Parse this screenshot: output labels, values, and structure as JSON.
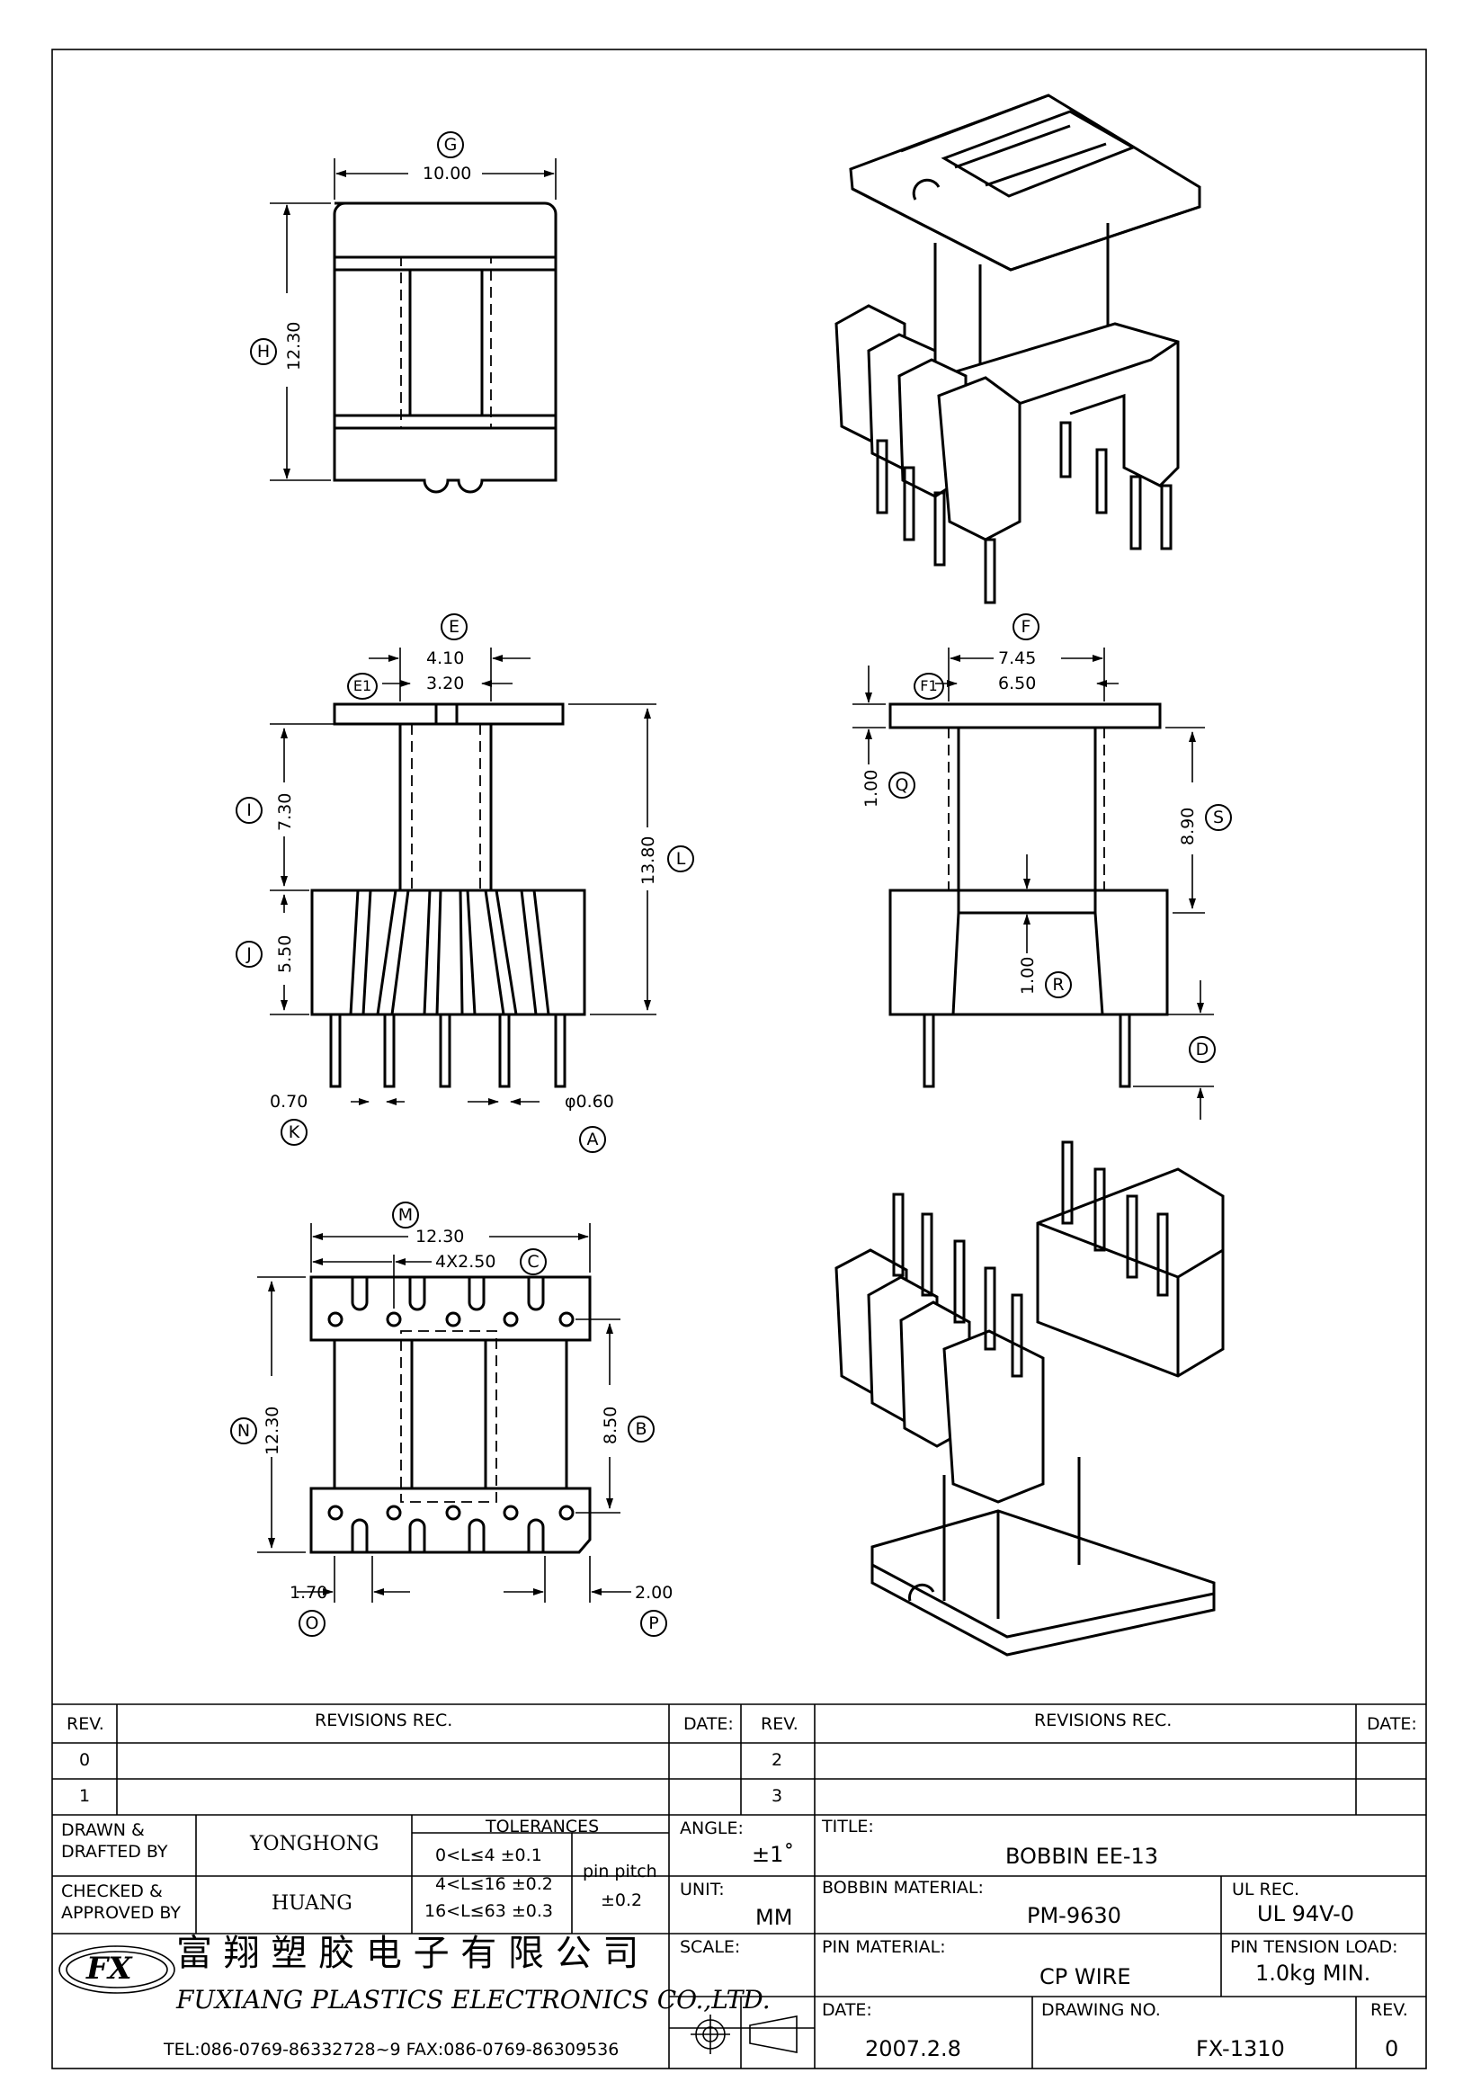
{
  "dims": {
    "G": {
      "letter": "G",
      "value": "10.00"
    },
    "H": {
      "letter": "H",
      "value": "12.30"
    },
    "E": {
      "letter": "E",
      "value": "4.10"
    },
    "E1": {
      "letter": "E1",
      "value": "3.20"
    },
    "F": {
      "letter": "F",
      "value": "7.45"
    },
    "F1": {
      "letter": "F1",
      "value": "6.50"
    },
    "I": {
      "letter": "I",
      "value": "7.30"
    },
    "J": {
      "letter": "J",
      "value": "5.50"
    },
    "L": {
      "letter": "L",
      "value": "13.80"
    },
    "Q": {
      "letter": "Q",
      "value": "1.00"
    },
    "S": {
      "letter": "S",
      "value": "8.90"
    },
    "R": {
      "letter": "R",
      "value": "1.00"
    },
    "D": {
      "letter": "D",
      "value": ""
    },
    "K": {
      "letter": "K",
      "value": "0.70"
    },
    "A": {
      "letter": "A",
      "value": "φ0.60"
    },
    "M": {
      "letter": "M",
      "value": "12.30"
    },
    "C": {
      "letter": "C",
      "value": "4X2.50"
    },
    "N": {
      "letter": "N",
      "value": "12.30"
    },
    "B": {
      "letter": "B",
      "value": "8.50"
    },
    "O": {
      "letter": "O",
      "value": "1.70"
    },
    "P": {
      "letter": "P",
      "value": "2.00"
    }
  },
  "revisions": {
    "rev_header": "REV.",
    "rec_header": "REVISIONS   REC.",
    "date_header": "DATE:",
    "left_revs": [
      "0",
      "1"
    ],
    "right_revs": [
      "2",
      "3"
    ]
  },
  "title_block": {
    "drawn_label": "DRAWN &\nDRAFTED BY",
    "drawn_by": "YONGHONG",
    "checked_label": "CHECKED &\nAPPROVED BY",
    "checked_by": "HUANG",
    "tolerances_label": "TOLERANCES",
    "tol_rows": [
      "0<L≤4   ±0.1",
      "4<L≤16  ±0.2",
      "16<L≤63  ±0.3"
    ],
    "pin_pitch_label": "pin pitch",
    "pin_pitch_value": "±0.2",
    "angle_label": "ANGLE:",
    "angle_value": "±1˚",
    "unit_label": "UNIT:",
    "unit_value": "MM",
    "scale_label": "SCALE:",
    "title_label": "TITLE:",
    "title_value": "BOBBIN  EE-13",
    "bobbin_material_label": "BOBBIN MATERIAL:",
    "bobbin_material_value": "PM-9630",
    "ul_label": "UL REC.",
    "ul_value": "UL 94V-0",
    "pin_material_label": "PIN MATERIAL:",
    "pin_material_value": "CP WIRE",
    "pin_tension_label": "PIN TENSION LOAD:",
    "pin_tension_value": "1.0kg MIN.",
    "date_label": "DATE:",
    "date_value": "2007.2.8",
    "drawing_no_label": "DRAWING NO.",
    "drawing_no_value": "FX-1310",
    "rev_label": "REV.",
    "rev_value": "0",
    "company_cn": "富 翔 塑 胶 电 子 有 限 公 司",
    "company_en": "FUXIANG PLASTICS ELECTRONICS CO.,LTD.",
    "company_tel": "TEL:086-0769-86332728~9  FAX:086-0769-86309536",
    "logo_text": "FX"
  }
}
